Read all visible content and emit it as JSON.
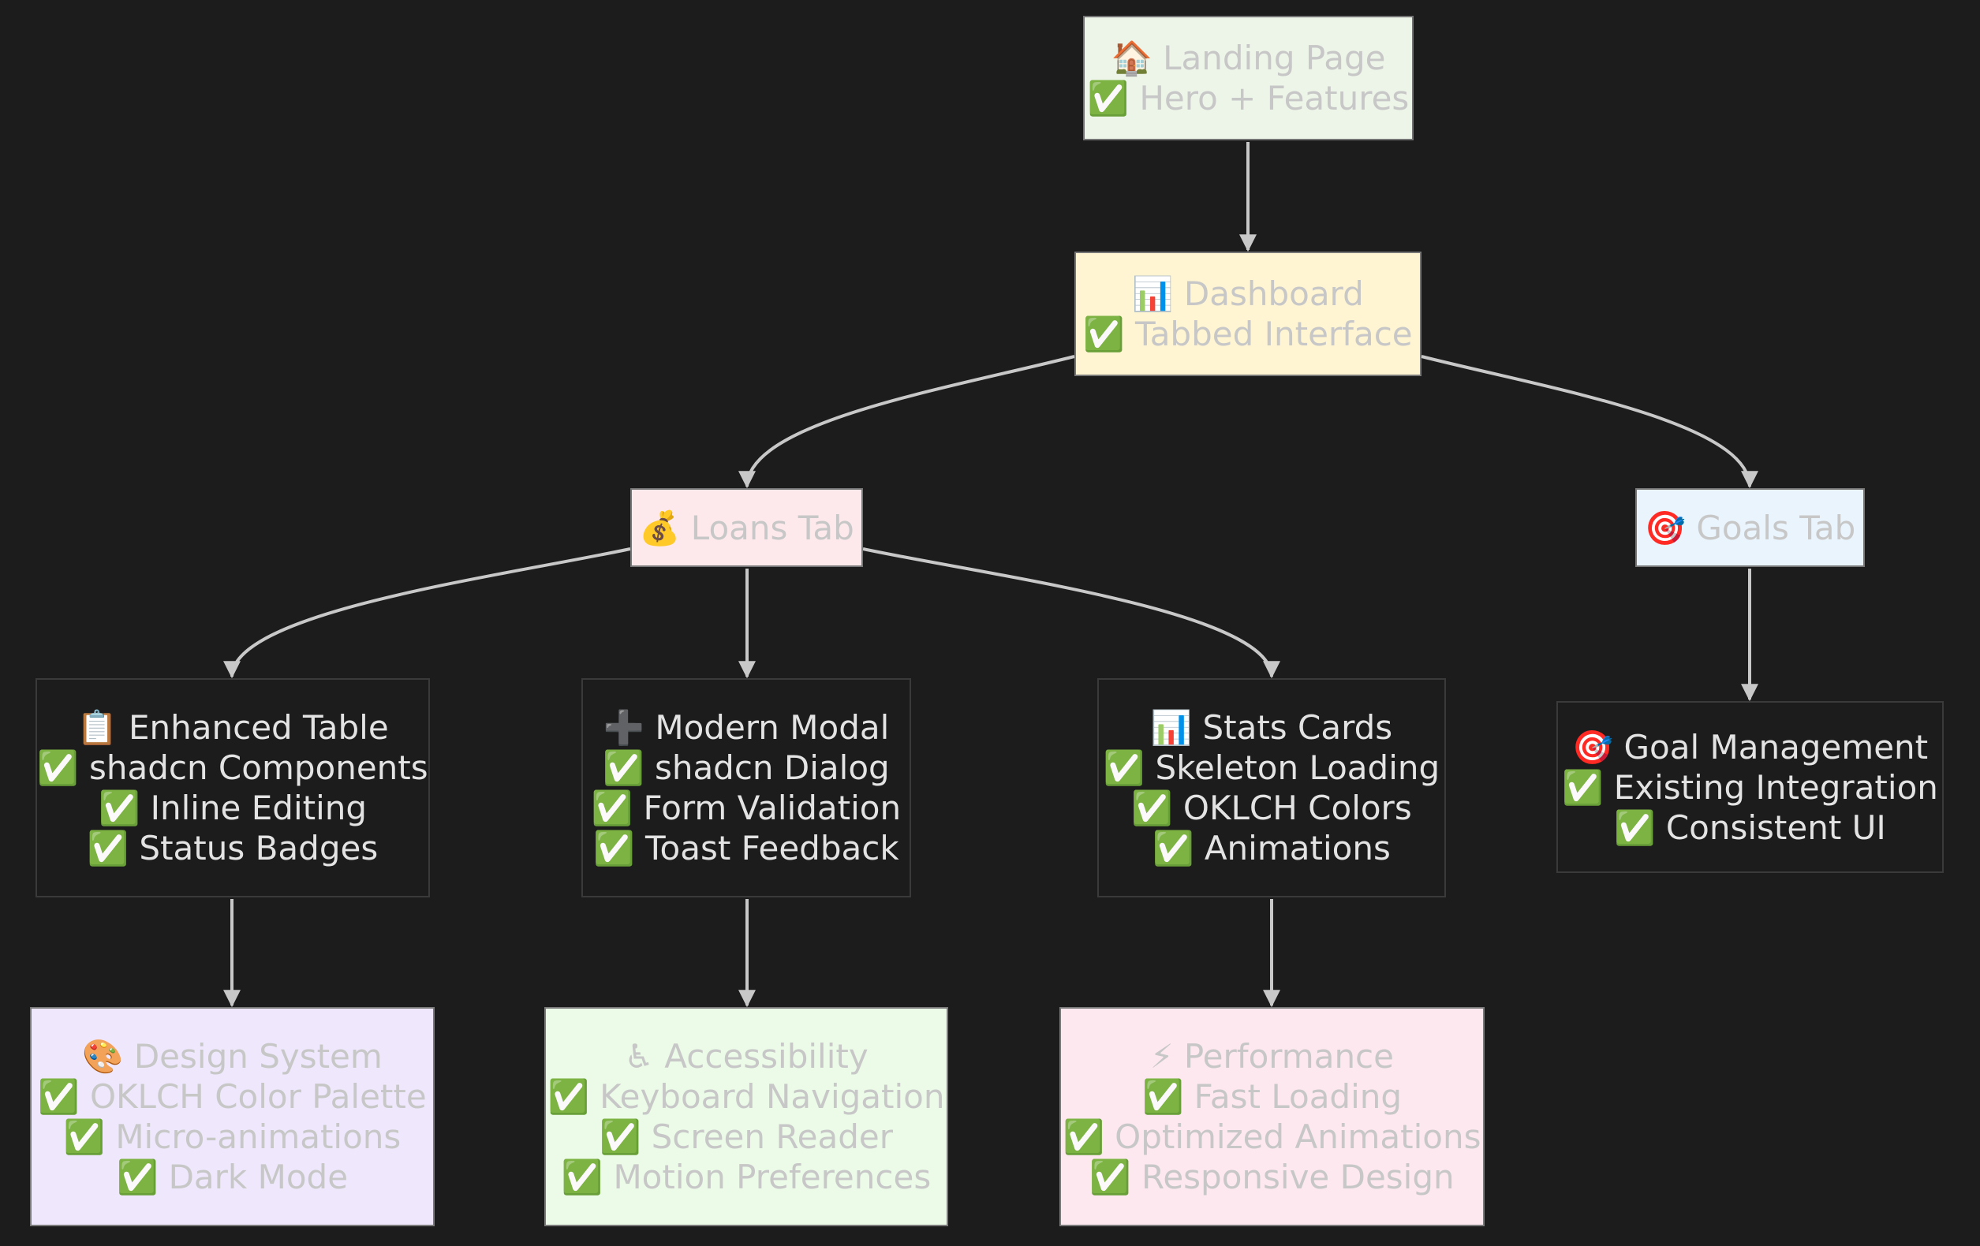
{
  "diagram": {
    "theme": {
      "background": "#1c1c1c",
      "edge_color": "#c8c8c8",
      "light_node_text": "#c7c7c7",
      "dark_node_text": "#e3e3e3"
    },
    "nodes": {
      "landing": {
        "fill": "#edf5e8",
        "lines": [
          "🏠 Landing Page",
          "✅ Hero + Features"
        ]
      },
      "dashboard": {
        "fill": "#fff5d2",
        "lines": [
          "📊 Dashboard",
          "✅ Tabbed Interface"
        ]
      },
      "loans": {
        "fill": "#fde9ec",
        "lines": [
          "💰 Loans Tab"
        ]
      },
      "goals": {
        "fill": "#eaf4fd",
        "lines": [
          "🎯 Goals Tab"
        ]
      },
      "table": {
        "fill": "#1c1c1c",
        "lines": [
          "📋 Enhanced Table",
          "✅ shadcn Components",
          "✅ Inline Editing",
          "✅ Status Badges"
        ]
      },
      "modal": {
        "fill": "#1c1c1c",
        "lines": [
          "➕ Modern Modal",
          "✅ shadcn Dialog",
          "✅ Form Validation",
          "✅ Toast Feedback"
        ]
      },
      "stats": {
        "fill": "#1c1c1c",
        "lines": [
          "📊 Stats Cards",
          "✅ Skeleton Loading",
          "✅ OKLCH Colors",
          "✅ Animations"
        ]
      },
      "goalmgmt": {
        "fill": "#1c1c1c",
        "lines": [
          "🎯 Goal Management",
          "✅ Existing Integration",
          "✅ Consistent UI"
        ]
      },
      "design": {
        "fill": "#efe8fc",
        "lines": [
          "🎨 Design System",
          "✅ OKLCH Color Palette",
          "✅ Micro-animations",
          "✅ Dark Mode"
        ]
      },
      "access": {
        "fill": "#ebfbe8",
        "lines": [
          "♿ Accessibility",
          "✅ Keyboard Navigation",
          "✅ Screen Reader",
          "✅ Motion Preferences"
        ]
      },
      "perf": {
        "fill": "#fde8ef",
        "lines": [
          "⚡ Performance",
          "✅ Fast Loading",
          "✅ Optimized Animations",
          "✅ Responsive Design"
        ]
      }
    },
    "edges": [
      {
        "from": "landing",
        "to": "dashboard"
      },
      {
        "from": "dashboard",
        "to": "loans"
      },
      {
        "from": "dashboard",
        "to": "goals"
      },
      {
        "from": "loans",
        "to": "table"
      },
      {
        "from": "loans",
        "to": "modal"
      },
      {
        "from": "loans",
        "to": "stats"
      },
      {
        "from": "goals",
        "to": "goalmgmt"
      },
      {
        "from": "table",
        "to": "design"
      },
      {
        "from": "modal",
        "to": "access"
      },
      {
        "from": "stats",
        "to": "perf"
      }
    ]
  }
}
